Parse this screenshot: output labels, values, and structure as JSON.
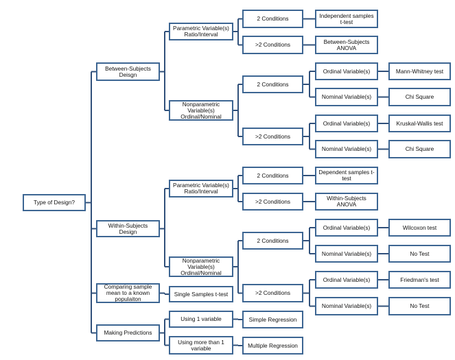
{
  "nodes": {
    "root": "Type of Design?",
    "between_subjects": "Between-Subjects Deisgn",
    "within_subjects": "Within-Subjects Design",
    "comparing_sample": "Comparing sample mean to a known populaiton",
    "making_predictions": "Making Predictions",
    "bs_parametric": "Parametric Variable(s) Ratio/Interval",
    "bs_nonparametric": "Nonparametric Variable(s) Ordinal/Nominal",
    "bs_param_2cond": "2 Conditions",
    "bs_param_gt2cond": ">2 Conditions",
    "independent_t": "Independent samples t-test",
    "between_anova": "Between-Subjects ANOVA",
    "bs_nonparam_2cond": "2 Conditions",
    "bs_nonparam_gt2cond": ">2 Conditions",
    "bs_2c_ordinal": "Ordinal Variable(s)",
    "bs_2c_nominal": "Nominal Variable(s)",
    "bs_g2_ordinal": "Ordinal Variable(s)",
    "bs_g2_nominal": "Nominal Variable(s)",
    "mann_whitney": "Mann-Whitney test",
    "chi_square_1": "Chi Square",
    "kruskal_wallis": "Kruskal-Wallis test",
    "chi_square_2": "Chi Square",
    "ws_parametric": "Parametric Variable(s) Ratio/Interval",
    "ws_nonparametric": "Nonparametric Variable(s) Ordinal/Nominal",
    "ws_param_2cond": "2 Conditions",
    "ws_param_gt2cond": ">2 Conditions",
    "dependent_t": "Dependent samples t-test",
    "within_anova": "Within-Subjects ANOVA",
    "ws_nonparam_2cond": "2 Conditions",
    "ws_nonparam_gt2cond": ">2 Conditions",
    "ws_2c_ordinal": "Ordinal Variable(s)",
    "ws_2c_nominal": "Nominal Variable(s)",
    "ws_g2_ordinal": "Ordinal Variable(s)",
    "ws_g2_nominal": "Nominal Variable(s)",
    "wilcoxon": "Wilcoxon test",
    "no_test_1": "No Test",
    "friedman": "Friedman's test",
    "no_test_2": "No Test",
    "single_samples_t": "Single Samples t-test",
    "using_1_variable": "Using 1 variable",
    "using_more_variables": "Using more than 1 variable",
    "simple_regression": "Simple Regression",
    "multiple_regression": "Multiple Regression"
  },
  "edges": [
    [
      "root",
      "between_subjects"
    ],
    [
      "root",
      "within_subjects"
    ],
    [
      "root",
      "comparing_sample"
    ],
    [
      "root",
      "making_predictions"
    ],
    [
      "between_subjects",
      "bs_parametric"
    ],
    [
      "between_subjects",
      "bs_nonparametric"
    ],
    [
      "bs_parametric",
      "bs_param_2cond"
    ],
    [
      "bs_parametric",
      "bs_param_gt2cond"
    ],
    [
      "bs_param_2cond",
      "independent_t"
    ],
    [
      "bs_param_gt2cond",
      "between_anova"
    ],
    [
      "bs_nonparametric",
      "bs_nonparam_2cond"
    ],
    [
      "bs_nonparametric",
      "bs_nonparam_gt2cond"
    ],
    [
      "bs_nonparam_2cond",
      "bs_2c_ordinal"
    ],
    [
      "bs_nonparam_2cond",
      "bs_2c_nominal"
    ],
    [
      "bs_nonparam_gt2cond",
      "bs_g2_ordinal"
    ],
    [
      "bs_nonparam_gt2cond",
      "bs_g2_nominal"
    ],
    [
      "bs_2c_ordinal",
      "mann_whitney"
    ],
    [
      "bs_2c_nominal",
      "chi_square_1"
    ],
    [
      "bs_g2_ordinal",
      "kruskal_wallis"
    ],
    [
      "bs_g2_nominal",
      "chi_square_2"
    ],
    [
      "within_subjects",
      "ws_parametric"
    ],
    [
      "within_subjects",
      "ws_nonparametric"
    ],
    [
      "ws_parametric",
      "ws_param_2cond"
    ],
    [
      "ws_parametric",
      "ws_param_gt2cond"
    ],
    [
      "ws_param_2cond",
      "dependent_t"
    ],
    [
      "ws_param_gt2cond",
      "within_anova"
    ],
    [
      "ws_nonparametric",
      "ws_nonparam_2cond"
    ],
    [
      "ws_nonparametric",
      "ws_nonparam_gt2cond"
    ],
    [
      "ws_nonparam_2cond",
      "ws_2c_ordinal"
    ],
    [
      "ws_nonparam_2cond",
      "ws_2c_nominal"
    ],
    [
      "ws_nonparam_gt2cond",
      "ws_g2_ordinal"
    ],
    [
      "ws_nonparam_gt2cond",
      "ws_g2_nominal"
    ],
    [
      "ws_2c_ordinal",
      "wilcoxon"
    ],
    [
      "ws_2c_nominal",
      "no_test_1"
    ],
    [
      "ws_g2_ordinal",
      "friedman"
    ],
    [
      "ws_g2_nominal",
      "no_test_2"
    ],
    [
      "comparing_sample",
      "single_samples_t"
    ],
    [
      "making_predictions",
      "using_1_variable"
    ],
    [
      "making_predictions",
      "using_more_variables"
    ],
    [
      "using_1_variable",
      "simple_regression"
    ],
    [
      "using_more_variables",
      "multiple_regression"
    ]
  ],
  "colors": {
    "box_border": "#3c6592",
    "connector": "#30507a"
  }
}
